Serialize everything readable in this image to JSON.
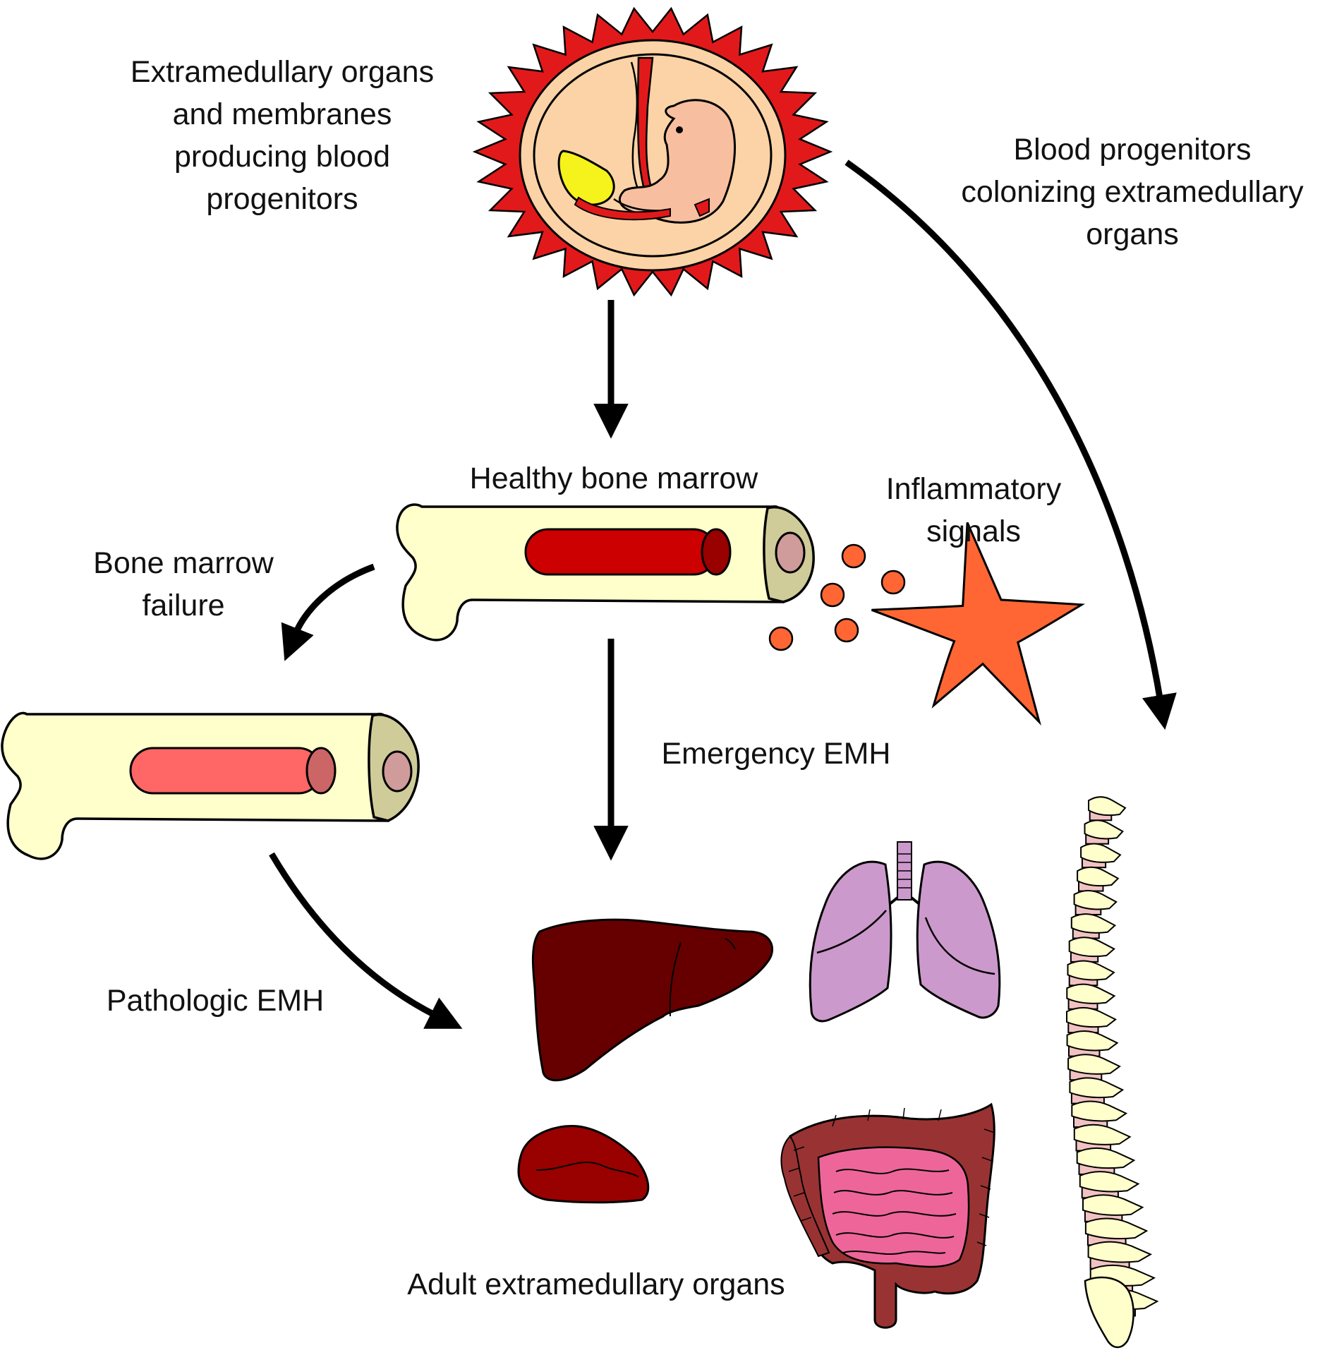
{
  "labels": {
    "embryo_membranes": [
      "Extramedullary organs",
      "and membranes",
      "producing blood",
      "progenitors"
    ],
    "blood_progenitors": [
      "Blood progenitors",
      "colonizing extramedullary",
      "organs"
    ],
    "healthy_bone_marrow": "Healthy bone marrow",
    "inflammatory_signals": [
      "Inflammatory",
      "signals"
    ],
    "bone_marrow_failure": [
      "Bone marrow",
      "failure"
    ],
    "emergency_emh": "Emergency EMH",
    "pathologic_emh": "Pathologic EMH",
    "adult_organs": "Adult extramedullary organs"
  },
  "icons": {
    "embryo": "embryo-icon",
    "healthy_bone": "healthy-bone-icon",
    "failing_bone": "failing-bone-icon",
    "pathogen": "starfish-pathogen-icon",
    "liver": "liver-icon",
    "lungs": "lungs-icon",
    "spleen": "spleen-icon",
    "intestine": "intestine-icon",
    "spine": "spine-icon"
  },
  "colors": {
    "embryo_outer": "#e2191b",
    "embryo_sac": "#fbd3a6",
    "embryo_body": "#f7bfa0",
    "yolk": "#f5f21c",
    "bone": "#ffffcc",
    "bone_end": "#cfcc99",
    "bone_end_inner": "#d09b9b",
    "marrow_healthy": "#cc0000",
    "marrow_healthy_end": "#990000",
    "marrow_failing": "#ff6666",
    "marrow_failing_end": "#cc6666",
    "inflammatory_dots": "#ff6633",
    "starfish": "#ff6633",
    "liver": "#660000",
    "lungs": "#cc99cc",
    "spleen": "#990000",
    "colon": "#993333",
    "small_intestine": "#ee6699",
    "vertebra": "#ffffcc",
    "disc": "#f2c2c2",
    "arrow": "#000000"
  }
}
